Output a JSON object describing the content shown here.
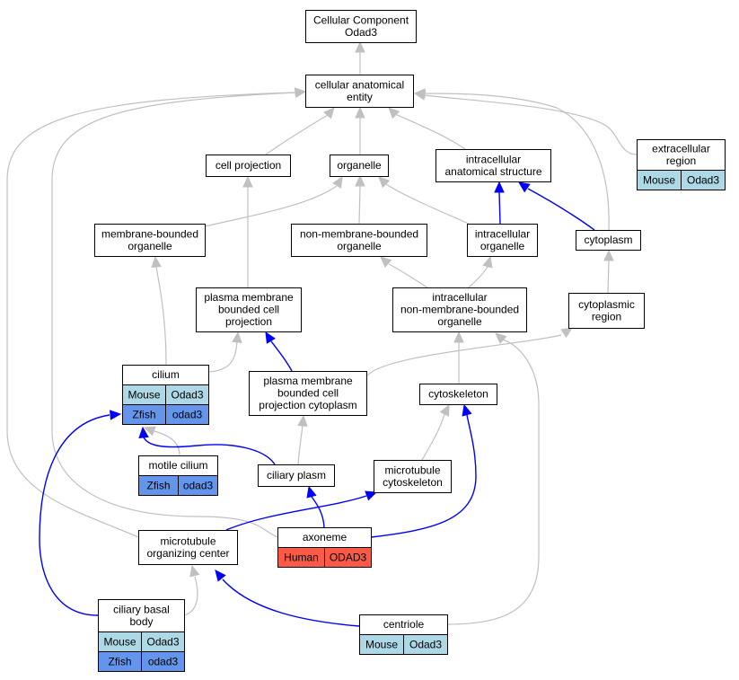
{
  "nodes": {
    "cellular_component": {
      "label": [
        "Cellular Component",
        "Odad3"
      ]
    },
    "cellular_anatomical_entity": {
      "label": [
        "cellular anatomical",
        "entity"
      ]
    },
    "cell_projection": {
      "label": [
        "cell projection"
      ]
    },
    "organelle": {
      "label": [
        "organelle"
      ]
    },
    "intracellular_anatomical_structure": {
      "label": [
        "intracellular",
        "anatomical structure"
      ]
    },
    "extracellular_region": {
      "label": [
        "extracellular",
        "region"
      ]
    },
    "membrane_bounded_organelle": {
      "label": [
        "membrane-bounded",
        "organelle"
      ]
    },
    "non_membrane_bounded_organelle": {
      "label": [
        "non-membrane-bounded",
        "organelle"
      ]
    },
    "intracellular_organelle": {
      "label": [
        "intracellular",
        "organelle"
      ]
    },
    "cytoplasm": {
      "label": [
        "cytoplasm"
      ]
    },
    "plasma_membrane_bounded_cell_projection": {
      "label": [
        "plasma membrane",
        "bounded cell",
        "projection"
      ]
    },
    "intracellular_non_membrane_bounded_organelle": {
      "label": [
        "intracellular",
        "non-membrane-bounded",
        "organelle"
      ]
    },
    "cytoplasmic_region": {
      "label": [
        "cytoplasmic",
        "region"
      ]
    },
    "cilium": {
      "label": [
        "cilium"
      ]
    },
    "pm_bounded_cell_projection_cytoplasm": {
      "label": [
        "plasma membrane",
        "bounded cell",
        "projection cytoplasm"
      ]
    },
    "cytoskeleton": {
      "label": [
        "cytoskeleton"
      ]
    },
    "motile_cilium": {
      "label": [
        "motile cilium"
      ]
    },
    "ciliary_plasm": {
      "label": [
        "ciliary plasm"
      ]
    },
    "microtubule_cytoskeleton": {
      "label": [
        "microtubule",
        "cytoskeleton"
      ]
    },
    "axoneme": {
      "label": [
        "axoneme"
      ]
    },
    "microtubule_organizing_center": {
      "label": [
        "microtubule",
        "organizing center"
      ]
    },
    "ciliary_basal_body": {
      "label": [
        "ciliary basal",
        "body"
      ]
    },
    "centriole": {
      "label": [
        "centriole"
      ]
    }
  },
  "annotations": {
    "extracellular_region": [
      {
        "species": "Mouse",
        "gene": "Odad3",
        "color": "#add8e6"
      }
    ],
    "cilium": [
      {
        "species": "Mouse",
        "gene": "Odad3",
        "color": "#add8e6"
      },
      {
        "species": "Zfish",
        "gene": "odad3",
        "color": "#6495ed"
      }
    ],
    "motile_cilium": [
      {
        "species": "Zfish",
        "gene": "odad3",
        "color": "#6495ed"
      }
    ],
    "axoneme": [
      {
        "species": "Human",
        "gene": "ODAD3",
        "color": "#fa5a46"
      }
    ],
    "ciliary_basal_body": [
      {
        "species": "Mouse",
        "gene": "Odad3",
        "color": "#add8e6"
      },
      {
        "species": "Zfish",
        "gene": "odad3",
        "color": "#6495ed"
      }
    ],
    "centriole": [
      {
        "species": "Mouse",
        "gene": "Odad3",
        "color": "#add8e6"
      }
    ]
  },
  "edges": [
    {
      "from": "cellular_anatomical_entity",
      "to": "cellular_component",
      "type": "is_a"
    },
    {
      "from": "cell_projection",
      "to": "cellular_anatomical_entity",
      "type": "is_a"
    },
    {
      "from": "organelle",
      "to": "cellular_anatomical_entity",
      "type": "is_a"
    },
    {
      "from": "intracellular_anatomical_structure",
      "to": "cellular_anatomical_entity",
      "type": "is_a"
    },
    {
      "from": "extracellular_region",
      "to": "cellular_anatomical_entity",
      "type": "is_a"
    },
    {
      "from": "cytoplasm",
      "to": "cellular_anatomical_entity",
      "type": "is_a"
    },
    {
      "from": "microtubule_organizing_center",
      "to": "cellular_anatomical_entity",
      "type": "is_a"
    },
    {
      "from": "axoneme",
      "to": "cellular_anatomical_entity",
      "type": "is_a"
    },
    {
      "from": "membrane_bounded_organelle",
      "to": "organelle",
      "type": "is_a"
    },
    {
      "from": "non_membrane_bounded_organelle",
      "to": "organelle",
      "type": "is_a"
    },
    {
      "from": "intracellular_organelle",
      "to": "organelle",
      "type": "is_a"
    },
    {
      "from": "intracellular_organelle",
      "to": "intracellular_anatomical_structure",
      "type": "part_of"
    },
    {
      "from": "cytoplasm",
      "to": "intracellular_anatomical_structure",
      "type": "part_of"
    },
    {
      "from": "plasma_membrane_bounded_cell_projection",
      "to": "cell_projection",
      "type": "is_a"
    },
    {
      "from": "intracellular_non_membrane_bounded_organelle",
      "to": "non_membrane_bounded_organelle",
      "type": "is_a"
    },
    {
      "from": "intracellular_non_membrane_bounded_organelle",
      "to": "intracellular_organelle",
      "type": "is_a"
    },
    {
      "from": "cytoplasmic_region",
      "to": "cytoplasm",
      "type": "is_a"
    },
    {
      "from": "cilium",
      "to": "membrane_bounded_organelle",
      "type": "is_a"
    },
    {
      "from": "cilium",
      "to": "plasma_membrane_bounded_cell_projection",
      "type": "is_a"
    },
    {
      "from": "pm_bounded_cell_projection_cytoplasm",
      "to": "plasma_membrane_bounded_cell_projection",
      "type": "part_of"
    },
    {
      "from": "pm_bounded_cell_projection_cytoplasm",
      "to": "cytoplasmic_region",
      "type": "is_a"
    },
    {
      "from": "cytoskeleton",
      "to": "intracellular_non_membrane_bounded_organelle",
      "type": "is_a"
    },
    {
      "from": "centriole",
      "to": "intracellular_non_membrane_bounded_organelle",
      "type": "is_a"
    },
    {
      "from": "motile_cilium",
      "to": "cilium",
      "type": "is_a"
    },
    {
      "from": "ciliary_plasm",
      "to": "cilium",
      "type": "part_of"
    },
    {
      "from": "ciliary_plasm",
      "to": "pm_bounded_cell_projection_cytoplasm",
      "type": "is_a"
    },
    {
      "from": "microtubule_cytoskeleton",
      "to": "cytoskeleton",
      "type": "is_a"
    },
    {
      "from": "axoneme",
      "to": "ciliary_plasm",
      "type": "part_of"
    },
    {
      "from": "axoneme",
      "to": "cytoskeleton",
      "type": "part_of"
    },
    {
      "from": "microtubule_organizing_center",
      "to": "microtubule_cytoskeleton",
      "type": "part_of"
    },
    {
      "from": "ciliary_basal_body",
      "to": "cilium",
      "type": "part_of"
    },
    {
      "from": "ciliary_basal_body",
      "to": "microtubule_organizing_center",
      "type": "is_a"
    },
    {
      "from": "centriole",
      "to": "microtubule_organizing_center",
      "type": "part_of"
    }
  ]
}
